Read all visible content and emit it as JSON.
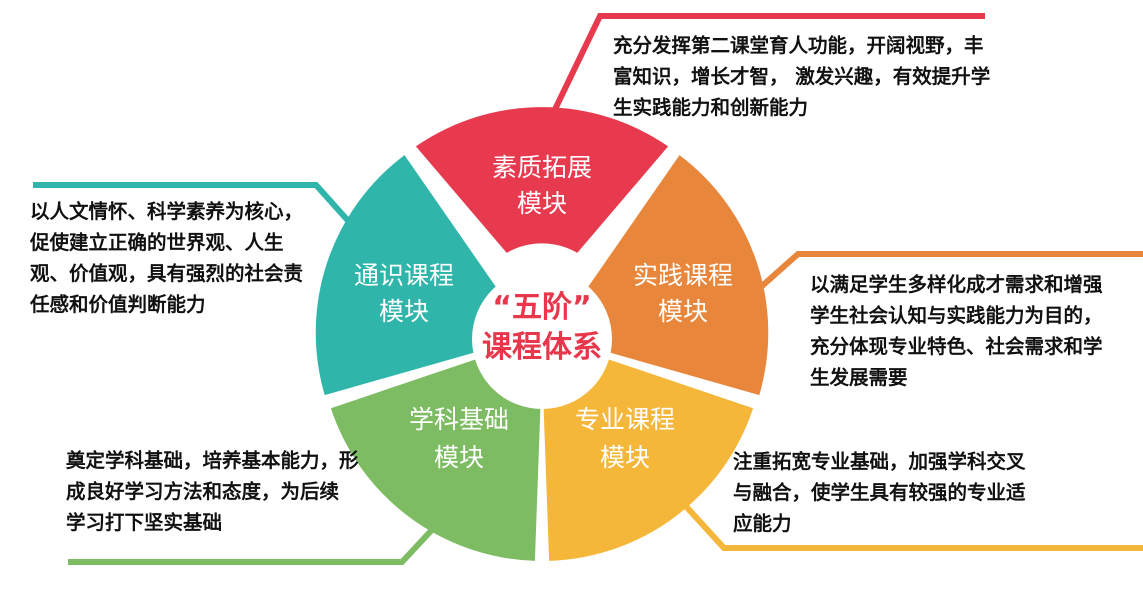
{
  "center": {
    "line1": "“五阶”",
    "line2": "课程体系"
  },
  "modules": [
    {
      "id": "suzhi",
      "line1": "素质拓展",
      "line2": "模块",
      "color": "#e83a4f",
      "desc": [
        "充分发挥第二课堂育人功能，开阔视野，丰",
        "富知识，增长才智， 激发兴趣，有效提升学",
        "生实践能力和创新能力"
      ]
    },
    {
      "id": "shijian",
      "line1": "实践课程",
      "line2": "模块",
      "color": "#e8873c",
      "desc": [
        "以满足学生多样化成才需求和增强",
        "学生社会认知与实践能力为目的，",
        "充分体现专业特色、社会需求和学",
        "生发展需要"
      ]
    },
    {
      "id": "zhuanye",
      "line1": "专业课程",
      "line2": "模块",
      "color": "#f5b73a",
      "desc": [
        "注重拓宽专业基础，加强学科交叉",
        "与融合，使学生具有较强的专业适",
        "应能力"
      ]
    },
    {
      "id": "xueke",
      "line1": "学科基础",
      "line2": "模块",
      "color": "#7dbc63",
      "desc": [
        "奠定学科基础，培养基本能力，形",
        "成良好学习方法和态度，为后续",
        "学习打下坚实基础"
      ]
    },
    {
      "id": "tongshi",
      "line1": "通识课程",
      "line2": "模块",
      "color": "#2fb5aa",
      "desc": [
        "以人文情怀、科学素养为核心，",
        "促使建立正确的世界观、人生",
        "观、价值观，具有强烈的社会责",
        "任感和价值判断能力"
      ]
    }
  ]
}
